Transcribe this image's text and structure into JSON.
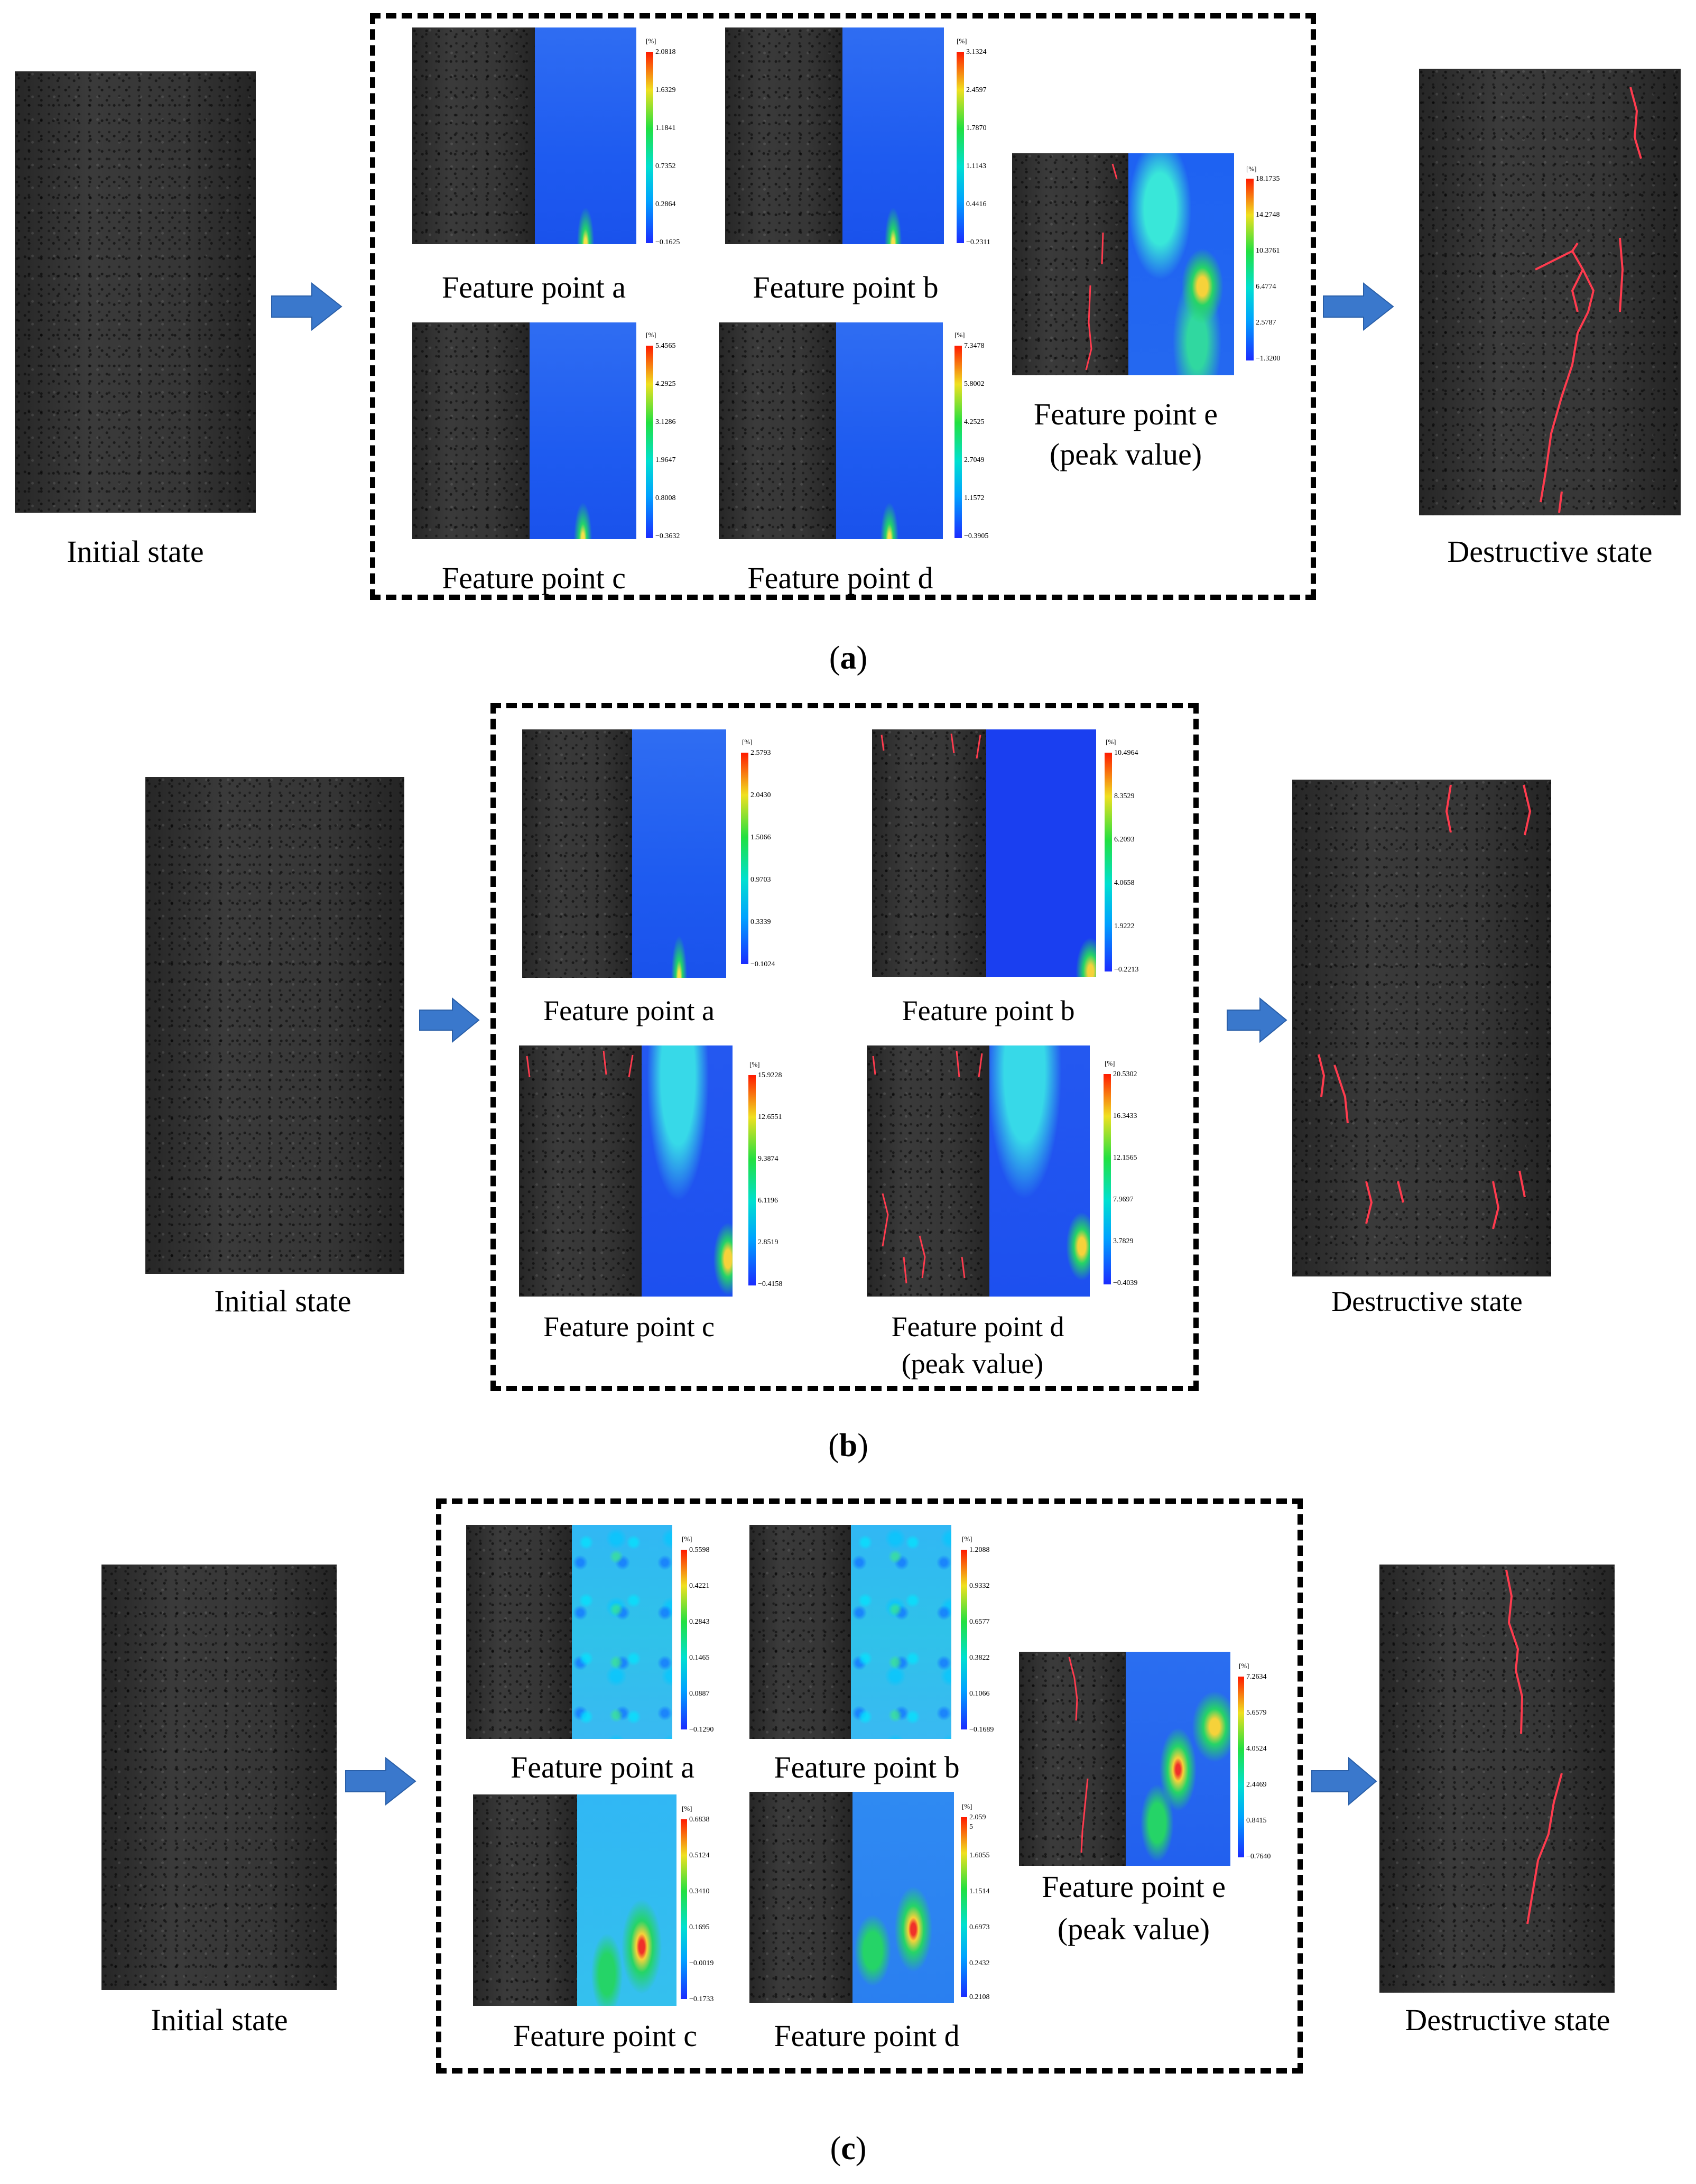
{
  "panels": [
    {
      "label": "a",
      "initial_caption": "Initial state",
      "final_caption": "Destructive state",
      "features": [
        {
          "caption": "Feature point a",
          "scale": [
            "2.0818",
            "1.6329",
            "1.1841",
            "0.7352",
            "0.2864",
            "−0.1625"
          ]
        },
        {
          "caption": "Feature point b",
          "scale": [
            "3.1324",
            "2.4597",
            "1.7870",
            "1.1143",
            "0.4416",
            "−0.2311"
          ]
        },
        {
          "caption": "Feature point c",
          "scale": [
            "5.4565",
            "4.2925",
            "3.1286",
            "1.9647",
            "0.8008",
            "−0.3632"
          ]
        },
        {
          "caption": "Feature point d",
          "scale": [
            "7.3478",
            "5.8002",
            "4.2525",
            "2.7049",
            "1.1572",
            "−0.3905"
          ]
        },
        {
          "caption": "Feature point e",
          "caption2": "(peak value)",
          "scale": [
            "18.1735",
            "14.2748",
            "10.3761",
            "6.4774",
            "2.5787",
            "−1.3200"
          ]
        }
      ]
    },
    {
      "label": "b",
      "initial_caption": "Initial state",
      "final_caption": "Destructive state",
      "features": [
        {
          "caption": "Feature point a",
          "scale": [
            "2.5793",
            "2.0430",
            "1.5066",
            "0.9703",
            "0.3339",
            "−0.1024"
          ]
        },
        {
          "caption": "Feature point b",
          "scale": [
            "10.4964",
            "8.3529",
            "6.2093",
            "4.0658",
            "1.9222",
            "−0.2213"
          ]
        },
        {
          "caption": "Feature point c",
          "scale": [
            "15.9228",
            "12.6551",
            "9.3874",
            "6.1196",
            "2.8519",
            "−0.4158"
          ]
        },
        {
          "caption": "Feature point d",
          "caption2": "(peak value)",
          "scale": [
            "20.5302",
            "16.3433",
            "12.1565",
            "7.9697",
            "3.7829",
            "−0.4039"
          ]
        }
      ]
    },
    {
      "label": "c",
      "initial_caption": "Initial state",
      "final_caption": "Destructive state",
      "features": [
        {
          "caption": "Feature point a",
          "scale": [
            "0.5598",
            "0.4221",
            "0.2843",
            "0.1465",
            "0.0887",
            "−0.1290"
          ]
        },
        {
          "caption": "Feature point b",
          "scale": [
            "1.2088",
            "0.9332",
            "0.6577",
            "0.3822",
            "0.1066",
            "−0.1689"
          ]
        },
        {
          "caption": "Feature point c",
          "scale": [
            "0.6838",
            "0.5124",
            "0.3410",
            "0.1695",
            "−0.0019",
            "−0.1733"
          ]
        },
        {
          "caption": "Feature point d",
          "scale": [
            "2.059",
            "5",
            "1.6055",
            "1.1514",
            "0.6973",
            "0.2432",
            "0.2108"
          ]
        },
        {
          "caption": "Feature point e",
          "caption2": "(peak value)",
          "scale": [
            "7.2634",
            "5.6579",
            "4.0524",
            "2.4469",
            "0.8415",
            "−0.7640"
          ]
        }
      ]
    }
  ],
  "unit": "[%]",
  "colors": {
    "arrow": "#3a78cc",
    "crack": "#ff3b4e",
    "dash": "#000000"
  }
}
